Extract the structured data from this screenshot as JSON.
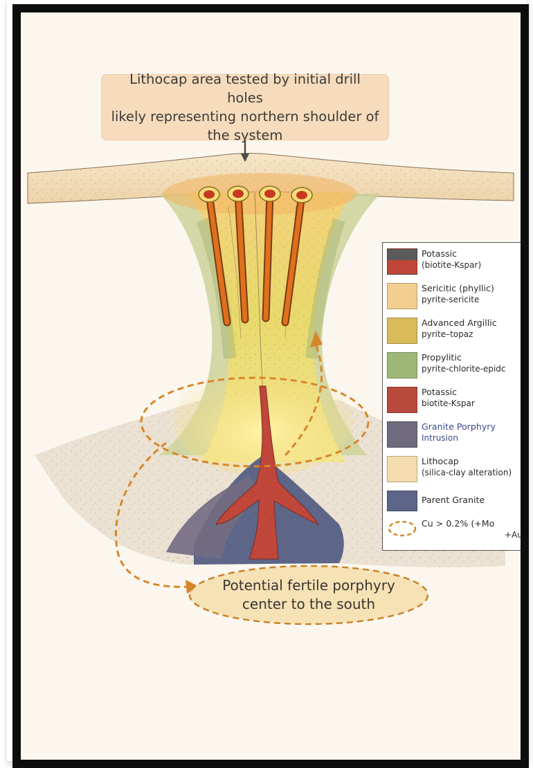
{
  "callout_top": {
    "line1": "Lithocap area tested by initial drill holes",
    "line2": "likely representing northern shoulder of",
    "line3": "the system"
  },
  "callout_bottom": {
    "line1": "Potential fertile porphyry",
    "line2": "center to the south"
  },
  "legend": {
    "items": [
      {
        "line1": "Potassic",
        "line2": "(biotite-Kspar)",
        "color": "#c0463a"
      },
      {
        "line1": "Sericitic (phyllic)",
        "line2": "pyrite-sericite",
        "color": "#f2cf8e"
      },
      {
        "line1": "Advanced Argillic",
        "line2": "pyrite–topaz",
        "color": "#d9bb5a"
      },
      {
        "line1": "Propylitic",
        "line2": "pyrite-chlorite-epidc",
        "color": "#9eb777"
      },
      {
        "line1": "Potassic",
        "line2": "biotite-Kspar",
        "color": "#b84a3c"
      },
      {
        "line1": "Granite Porphyry",
        "line2": "Intrusion",
        "color": "#6f6a7e"
      },
      {
        "line1": "Lithocap",
        "line2": "(silica-clay alteration)",
        "color": "#f5dcae"
      },
      {
        "line1": "Parent Granite",
        "line2": "",
        "color": "#5d6588"
      },
      {
        "line1": "Cu > 0.2% (+Mo",
        "line2": "+Au)",
        "color": "#d7862a"
      }
    ]
  },
  "colors": {
    "cu_dash": "#d7862a",
    "drill_hole": "#e0701e",
    "potassic_red": "#c0463a",
    "granite": "#5d6588"
  }
}
